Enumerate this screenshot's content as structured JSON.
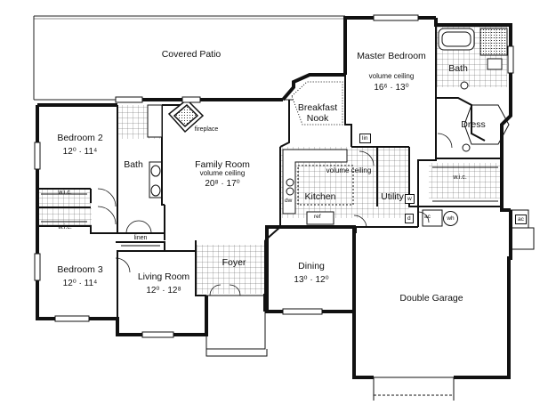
{
  "rooms": {
    "covered_patio": "Covered Patio",
    "master_bedroom": {
      "name": "Master Bedroom",
      "note": "volume ceiling",
      "dims": "16⁶ · 13⁰"
    },
    "master_bath": "Bath",
    "dress": "Dress",
    "master_wic": "w.i.c.",
    "breakfast_nook": "Breakfast Nook",
    "bedroom2": {
      "name": "Bedroom 2",
      "dims": "12⁰ · 11⁴"
    },
    "bath": "Bath",
    "fireplace": "fireplace",
    "family_room": {
      "name": "Family Room",
      "note": "volume ceiling",
      "dims": "20⁸ · 17⁰"
    },
    "kitchen": "Kitchen",
    "kitchen_note": "volume ceiling",
    "utility": "Utility",
    "wic1": "w.i.c.",
    "wic2": "w.i.c.",
    "linen": "linen",
    "bedroom3": {
      "name": "Bedroom 3",
      "dims": "12⁰ · 11⁴"
    },
    "living_room": {
      "name": "Living Room",
      "dims": "12⁰ · 12⁸"
    },
    "foyer": "Foyer",
    "dining": {
      "name": "Dining",
      "dims": "13⁰ · 12⁰"
    },
    "double_garage": "Double Garage"
  },
  "fixtures": {
    "lin": "lin",
    "dw": "dw",
    "ref": "ref",
    "w": "w",
    "d": "d",
    "ac1": "ac",
    "wh": "wh",
    "ac2": "ac"
  }
}
